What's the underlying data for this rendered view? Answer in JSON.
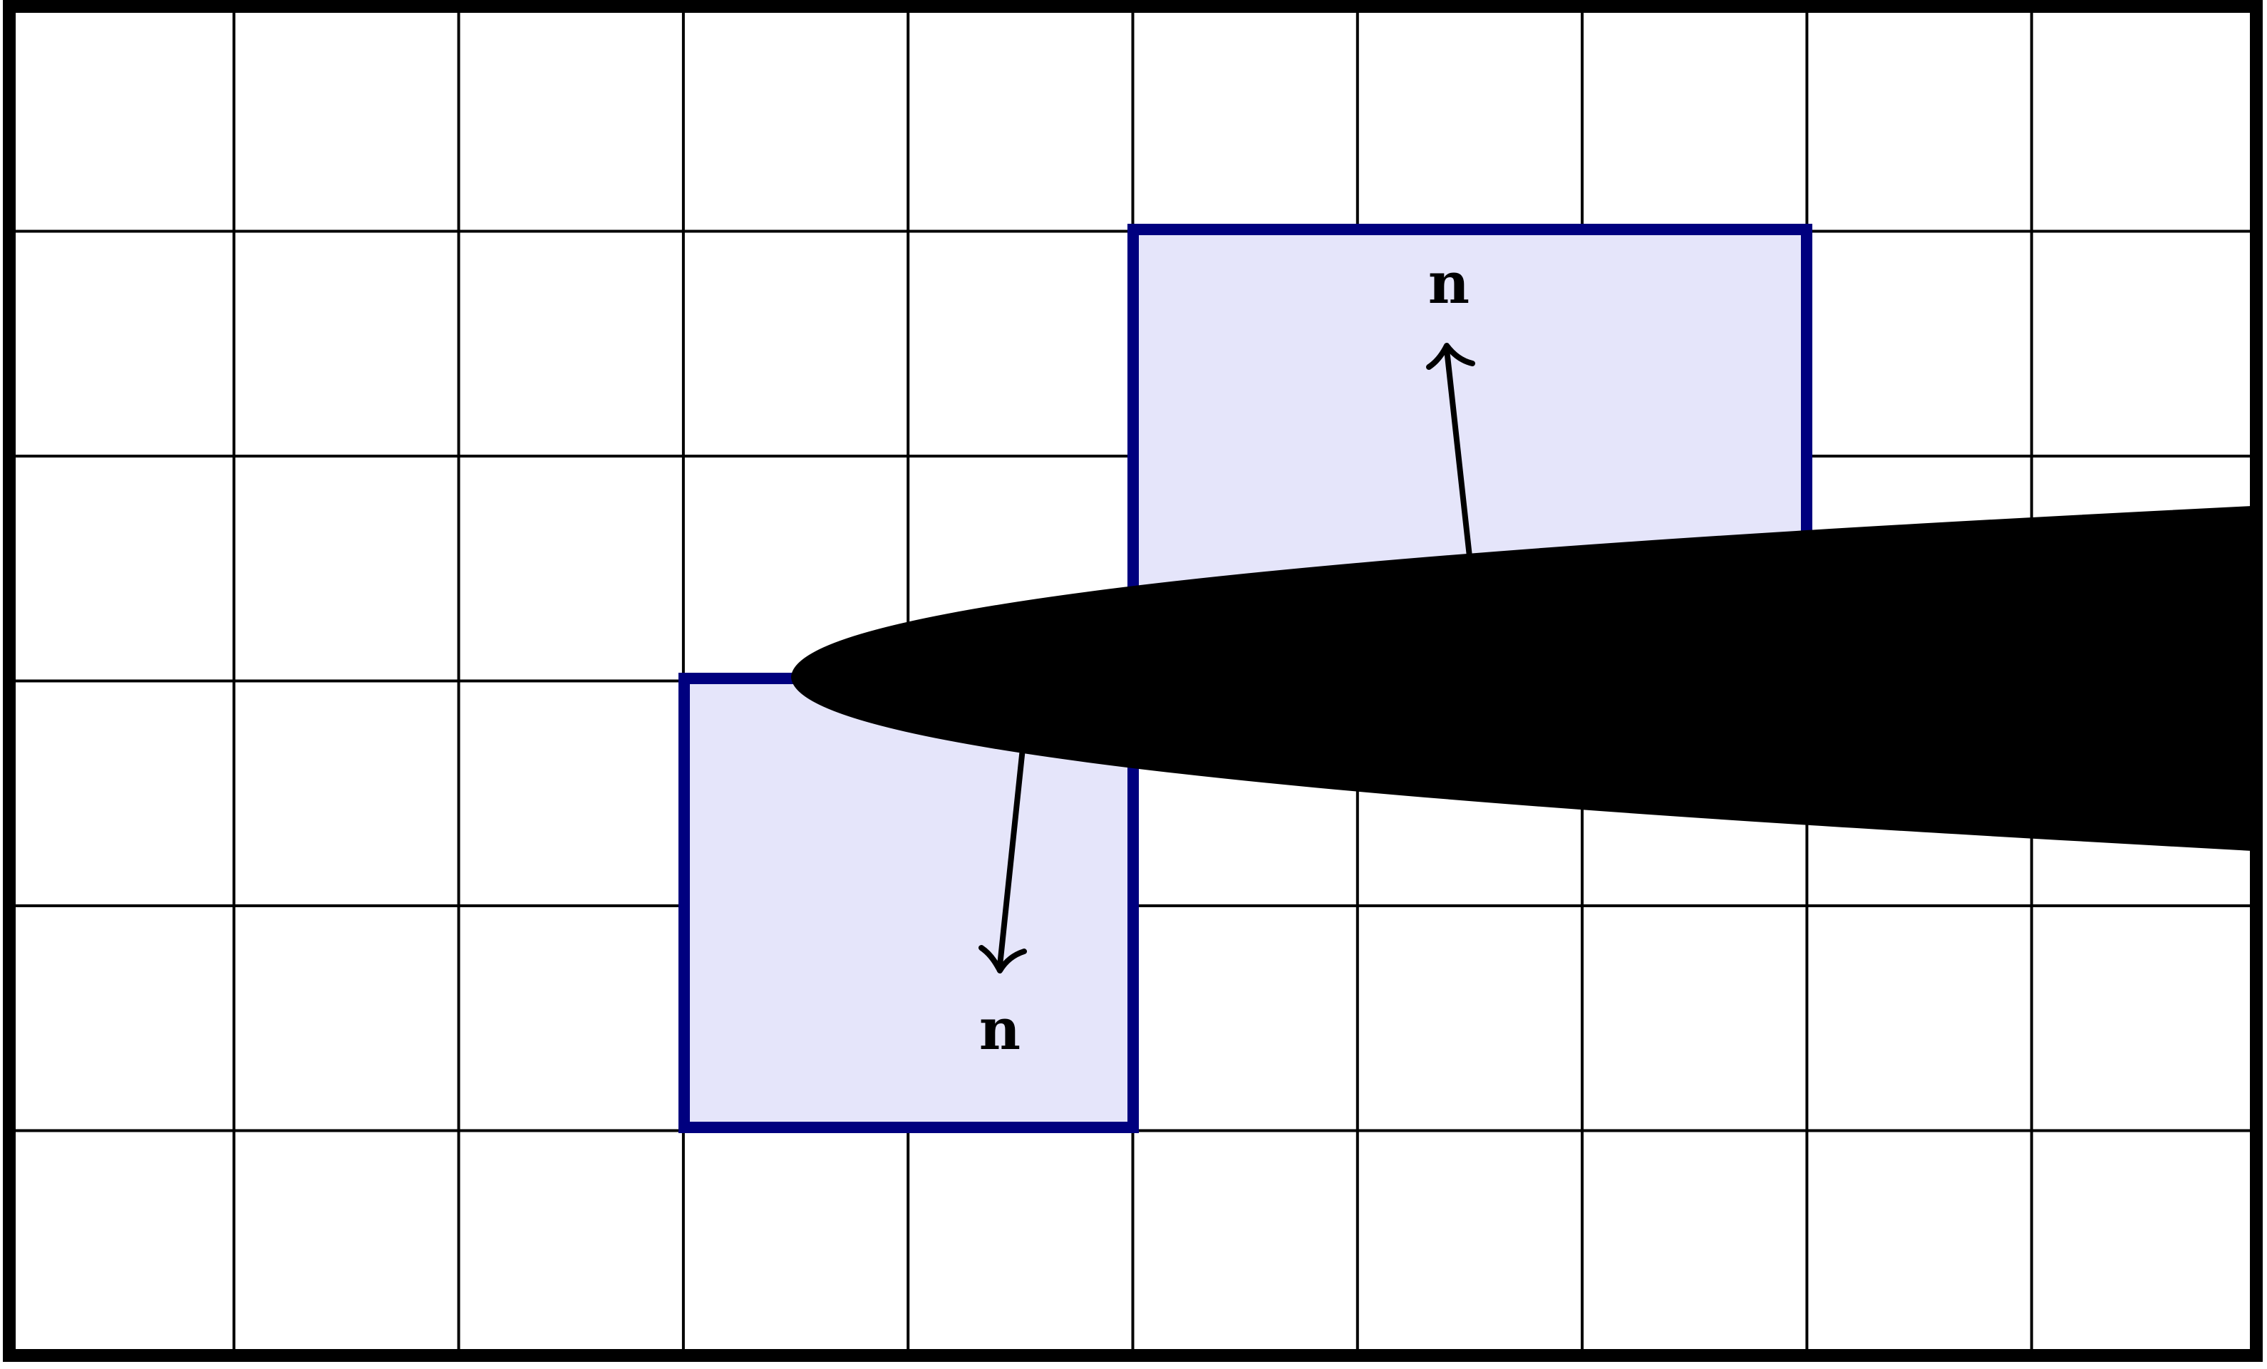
{
  "diagram": {
    "grid": {
      "columns": 10,
      "rows": 6
    },
    "boxes": [
      {
        "name": "upper-box",
        "col_start": 5,
        "col_span": 3,
        "row_start": 1,
        "row_span": 2
      },
      {
        "name": "lower-box",
        "col_start": 3,
        "col_span": 2,
        "row_start": 3,
        "row_span": 2
      }
    ],
    "normals": [
      {
        "name": "upper-normal",
        "label": "n",
        "direction": "up"
      },
      {
        "name": "lower-normal",
        "label": "n",
        "direction": "down"
      }
    ],
    "colors": {
      "box_fill": "#e5e5fa",
      "box_stroke": "#00007f",
      "grid_line": "#000000",
      "shape_fill": "#000000",
      "background": "#ffffff"
    }
  }
}
